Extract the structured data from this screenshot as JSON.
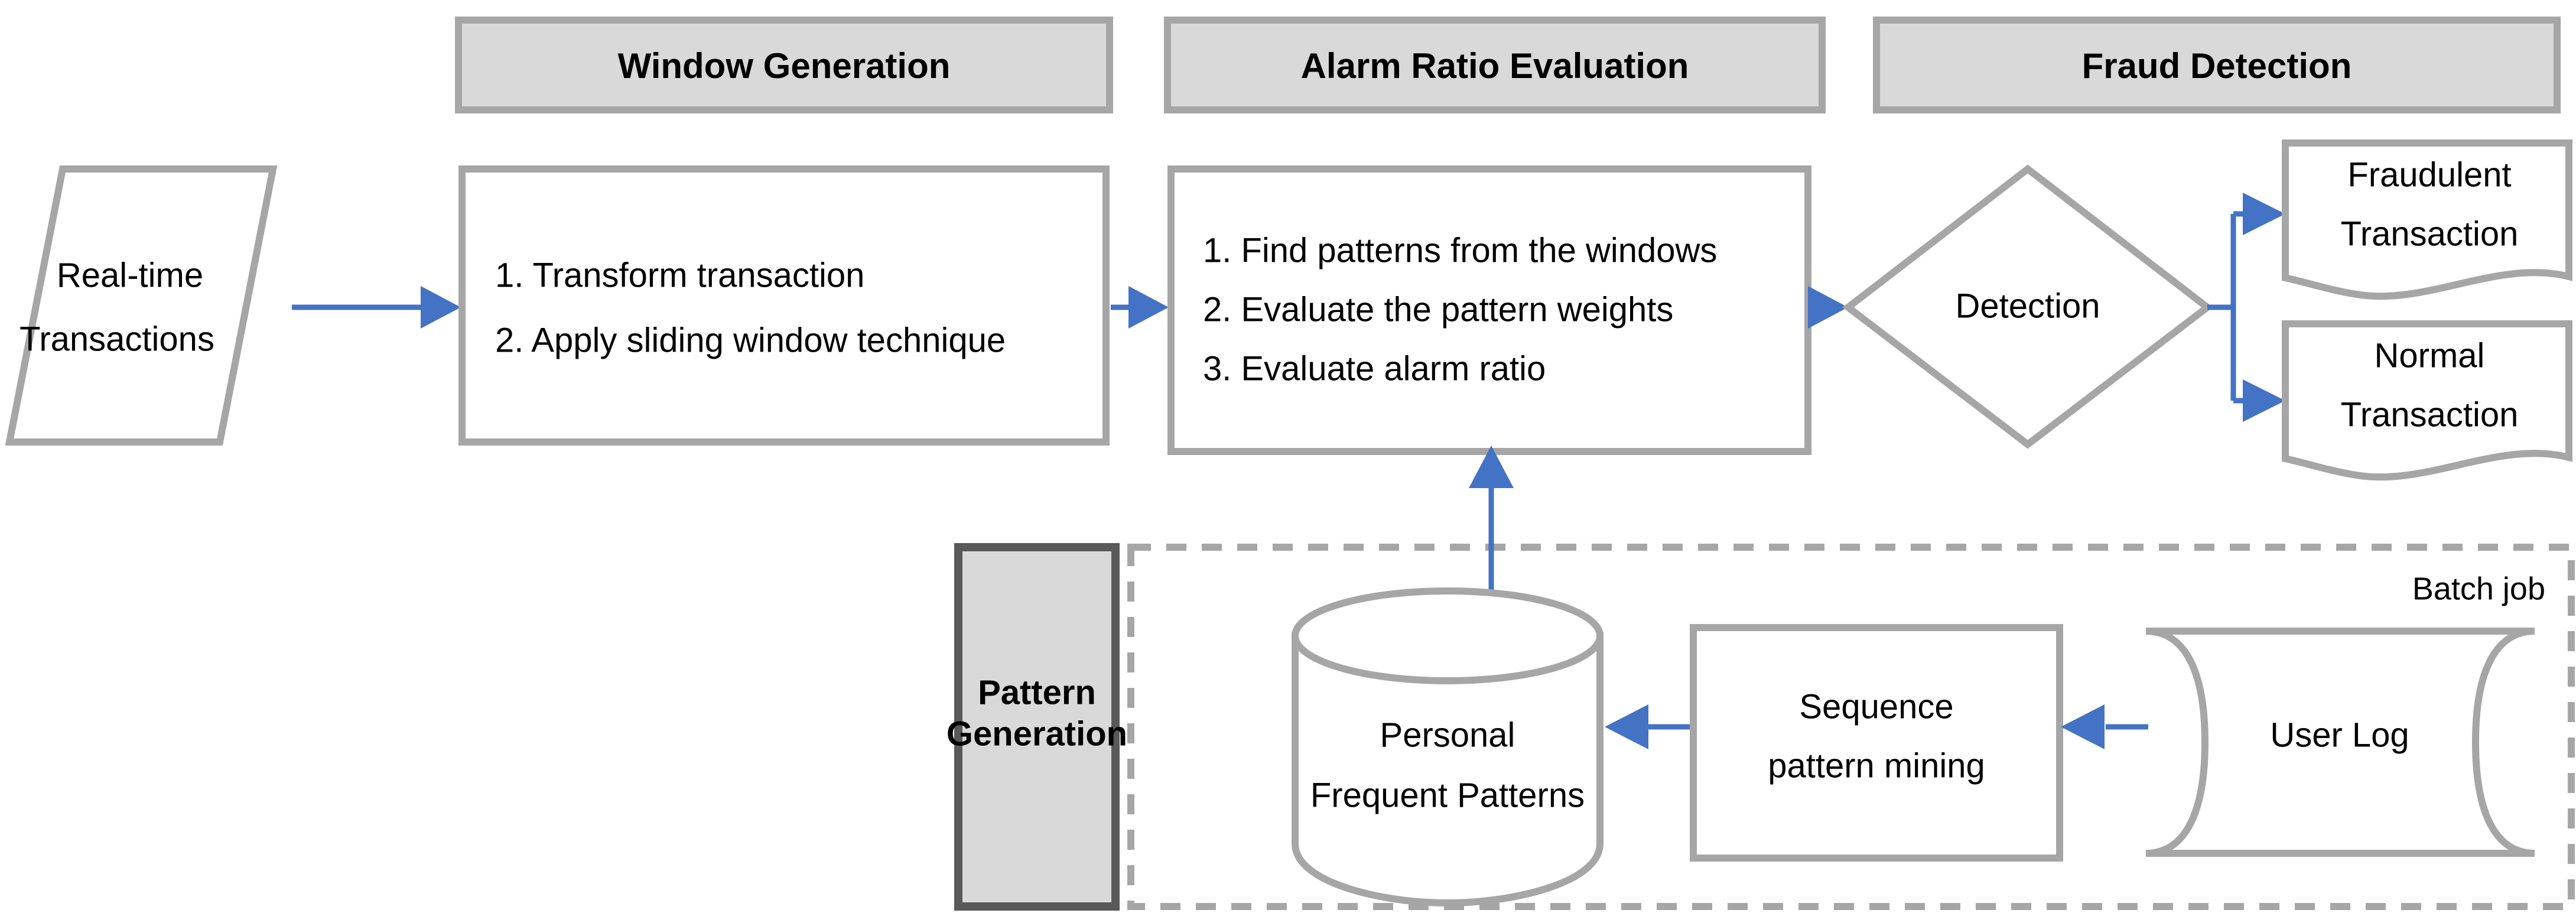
{
  "diagram": {
    "title": "Fraud Detection Pipeline",
    "colors": {
      "shape_stroke": "#A6A6A6",
      "phase_fill": "#D9D9D9",
      "dark_stroke": "#595959",
      "arrow": "#4472C4",
      "text": "#000000",
      "background": "#FFFFFF"
    },
    "phases": [
      {
        "id": "window-generation",
        "label": "Window Generation"
      },
      {
        "id": "alarm-ratio-evaluation",
        "label": "Alarm Ratio Evaluation"
      },
      {
        "id": "fraud-detection",
        "label": "Fraud Detection"
      }
    ],
    "nodes": {
      "realtime_transactions": {
        "line1": "Real-time",
        "line2": "Transactions",
        "shape": "parallelogram"
      },
      "window_steps": {
        "shape": "rectangle",
        "items": [
          "1. Transform transaction",
          "2. Apply sliding  window technique"
        ]
      },
      "alarm_steps": {
        "shape": "rectangle",
        "items": [
          "1. Find patterns from the windows",
          "2. Evaluate the pattern weights",
          "3. Evaluate alarm ratio"
        ]
      },
      "detection": {
        "label": "Detection",
        "shape": "diamond"
      },
      "fraudulent_transaction": {
        "line1": "Fraudulent",
        "line2": "Transaction",
        "shape": "document"
      },
      "normal_transaction": {
        "line1": "Normal",
        "line2": "Transaction",
        "shape": "document"
      },
      "pattern_generation": {
        "line1": "Pattern",
        "line2": "Generation",
        "shape": "rectangle-filled"
      },
      "personal_frequent_patterns": {
        "line1": "Personal",
        "line2": "Frequent Patterns",
        "shape": "cylinder"
      },
      "sequence_pattern_mining": {
        "line1": "Sequence",
        "line2": "pattern mining",
        "shape": "rectangle"
      },
      "user_log": {
        "label": "User Log",
        "shape": "horizontal-cylinder"
      }
    },
    "groups": {
      "batch_job": {
        "label": "Batch job",
        "style": "dashed"
      }
    }
  }
}
